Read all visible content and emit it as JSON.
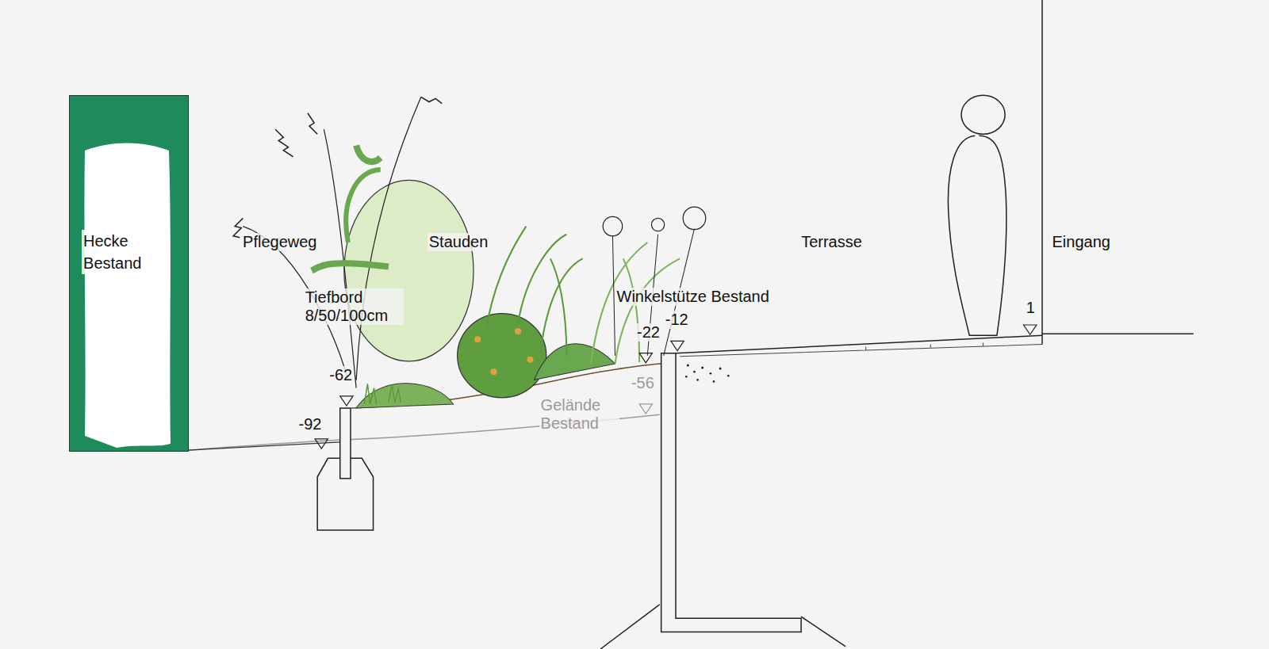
{
  "diagram": {
    "nodes": [
      {
        "text": [
          "Hecke Bestand"
        ]
      }
    ],
    "labels": [
      "Pflegeweg",
      "Stauden",
      "Tiefbord 8/50/100cm",
      "Winkelstütze Bestand",
      "Terrasse",
      "Eingang",
      "-62",
      "-92",
      "-22",
      "-12",
      "-56",
      "Gelände Bestand",
      "1"
    ]
  }
}
